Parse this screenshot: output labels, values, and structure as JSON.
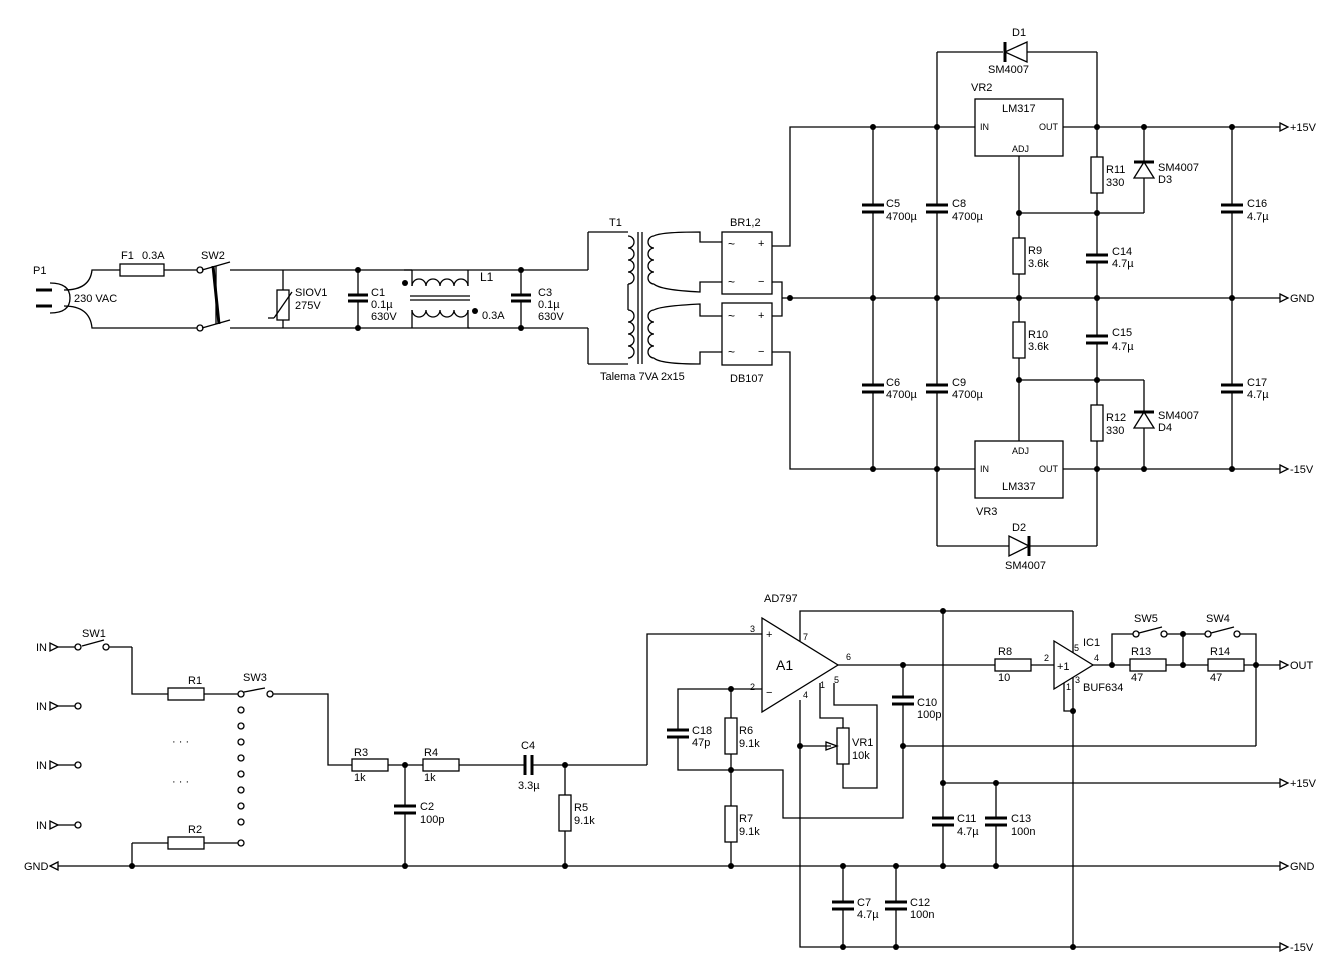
{
  "psu": {
    "P1": "P1",
    "vac": "230 VAC",
    "F1": "F1",
    "F1v": "0.3A",
    "SW2": "SW2",
    "SIOV1": "SIOV1",
    "SIOV1v": "275V",
    "C1": "C1",
    "C1v": "0.1µ",
    "C1v2": "630V",
    "L1": "L1",
    "L1v": "0.3A",
    "C3": "C3",
    "C3v": "0.1µ",
    "C3v2": "630V",
    "T1": "T1",
    "T1v": "Talema 7VA 2x15",
    "BR": "BR1,2",
    "BRv": "DB107",
    "bp": "+",
    "bm": "−",
    "bt": "~",
    "C5": "C5",
    "C5v": "4700µ",
    "C6": "C6",
    "C6v": "4700µ",
    "C8": "C8",
    "C8v": "4700µ",
    "C9": "C9",
    "C9v": "4700µ",
    "D1": "D1",
    "D1v": "SM4007",
    "D2": "D2",
    "D2v": "SM4007",
    "D3": "D3",
    "D3v": "SM4007",
    "D4": "D4",
    "D4v": "SM4007",
    "VR2": "VR2",
    "VR2v": "LM317",
    "VR3": "VR3",
    "VR3v": "LM337",
    "pin_in": "IN",
    "pin_out": "OUT",
    "pin_adj": "ADJ",
    "R9": "R9",
    "R9v": "3.6k",
    "R10": "R10",
    "R10v": "3.6k",
    "R11": "R11",
    "R11v": "330",
    "R12": "R12",
    "R12v": "330",
    "C14": "C14",
    "C14v": "4.7µ",
    "C15": "C15",
    "C15v": "4.7µ",
    "C16": "C16",
    "C16v": "4.7µ",
    "C17": "C17",
    "C17v": "4.7µ",
    "p15": "+15V",
    "gnd": "GND",
    "m15": "-15V"
  },
  "amp": {
    "IN": "IN",
    "SW1": "SW1",
    "SW3": "SW3",
    "R1": "R1",
    "R2": "R2",
    "dots": "· · ·",
    "R3": "R3",
    "R3v": "1k",
    "R4": "R4",
    "R4v": "1k",
    "C2": "C2",
    "C2v": "100p",
    "C4": "C4",
    "C4v": "3.3µ",
    "R5": "R5",
    "R5v": "9.1k",
    "AD797": "AD797",
    "A1": "A1",
    "p2": "2",
    "p3": "3",
    "p4": "4",
    "p5": "5",
    "p6": "6",
    "p7": "7",
    "p1": "1",
    "plus": "+",
    "minus": "−",
    "C18": "C18",
    "C18v": "47p",
    "R6": "R6",
    "R6v": "9.1k",
    "R7": "R7",
    "R7v": "9.1k",
    "VR1": "VR1",
    "VR1v": "10k",
    "C10": "C10",
    "C10v": "100p",
    "C7": "C7",
    "C7v": "4.7µ",
    "C12": "C12",
    "C12v": "100n",
    "C11": "C11",
    "C11v": "4.7µ",
    "C13": "C13",
    "C13v": "100n",
    "R8": "R8",
    "R8v": "10",
    "IC1": "IC1",
    "IC1v": "BUF634",
    "x1": "+1",
    "SW5": "SW5",
    "SW4": "SW4",
    "R13": "R13",
    "R13v": "47",
    "R14": "R14",
    "R14v": "47",
    "OUT": "OUT",
    "gnd": "GND",
    "p15": "+15V",
    "m15": "-15V"
  }
}
